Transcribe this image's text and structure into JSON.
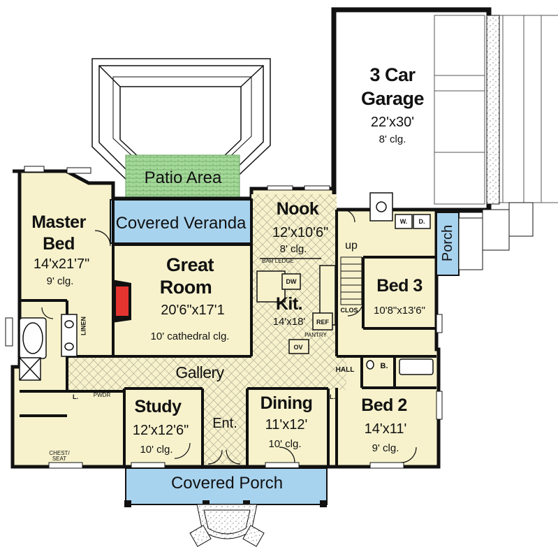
{
  "rooms": {
    "garage": {
      "name_line1": "3 Car",
      "name_line2": "Garage",
      "dims": "22'x30'",
      "ceiling": "8' clg."
    },
    "patio": {
      "name": "Patio Area"
    },
    "veranda": {
      "name": "Covered Veranda"
    },
    "nook": {
      "name": "Nook",
      "dims": "12'x10'6\"",
      "ceiling": "8' clg."
    },
    "master": {
      "name_line1": "Master",
      "name_line2": "Bed",
      "dims": "14'x21'7\"",
      "ceiling": "9' clg."
    },
    "great": {
      "name_line1": "Great",
      "name_line2": "Room",
      "dims": "20'6\"x17'1",
      "ceiling": "10' cathedral clg."
    },
    "kitchen": {
      "name": "Kit.",
      "dims": "14'x18'"
    },
    "bed3": {
      "name": "Bed 3",
      "dims": "10'8\"x13'6\""
    },
    "bed2": {
      "name": "Bed 2",
      "dims": "14'x11'",
      "ceiling": "9' clg."
    },
    "gallery": {
      "name": "Gallery"
    },
    "study": {
      "name": "Study",
      "dims": "12'x12'6\"",
      "ceiling": "10' clg."
    },
    "entry": {
      "name": "Ent."
    },
    "dining": {
      "name": "Dining",
      "dims": "11'x12'",
      "ceiling": "10' clg."
    },
    "porch_front": {
      "name": "Covered Porch"
    },
    "porch_side": {
      "name": "Porch"
    }
  },
  "small_labels": {
    "up": "up",
    "linen": "LINEN",
    "dw": "DW",
    "ref": "REF",
    "pantry": "PANTRY",
    "ov": "OV",
    "clos": "CLOS",
    "hall": "HALL",
    "bath": "B.",
    "w": "W.",
    "d": "D.",
    "l_left": "L.",
    "l_right": "L.",
    "pwdr": "PWDR",
    "chest_seat": "CHEST/\nSEAT",
    "bar_ledge": "BAR LEDGE"
  },
  "colors": {
    "room_fill": "#f7f2cc",
    "blue_fill": "#a8d3ee",
    "green_fill": "#a4d99a",
    "wall": "#111111",
    "fireplace": "#e3342f"
  }
}
